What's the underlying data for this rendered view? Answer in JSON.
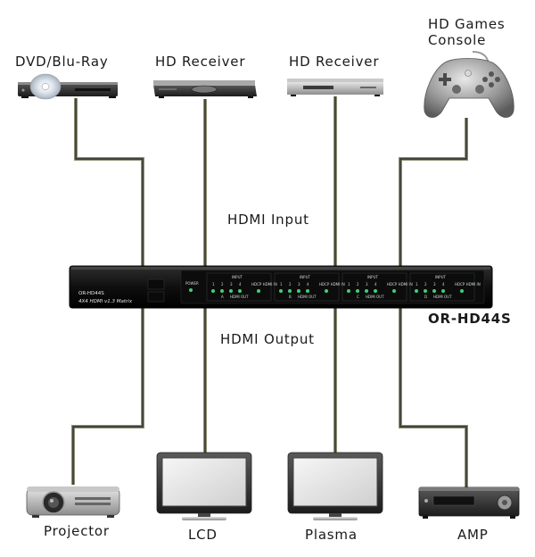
{
  "labels": {
    "dvd": "DVD/Blu-Ray",
    "receiver1": "HD Receiver",
    "receiver2": "HD Receiver",
    "games_line1": "HD Games",
    "games_line2": "Console",
    "hdmi_input": "HDMI Input",
    "hdmi_output": "HDMI Output",
    "model": "OR-HD44S",
    "projector": "Projector",
    "lcd": "LCD",
    "plasma": "Plasma",
    "amp": "AMP"
  },
  "device": {
    "name": "OR-HD44S",
    "description": "4X4 HDMI v1.3 Matrix",
    "power": "POWER",
    "input": "INPUT",
    "hdcp": "HDCP HDMI IN",
    "hdmi_out": "HDMI OUT",
    "numbers": [
      "1",
      "2",
      "3",
      "4"
    ],
    "outputs": [
      "A",
      "B",
      "C",
      "D"
    ]
  },
  "colors": {
    "cable_outer": "#8c8c74",
    "cable_inner": "#2b2b24",
    "matrix_body": "#141414",
    "led_green": "#3fd07a"
  }
}
